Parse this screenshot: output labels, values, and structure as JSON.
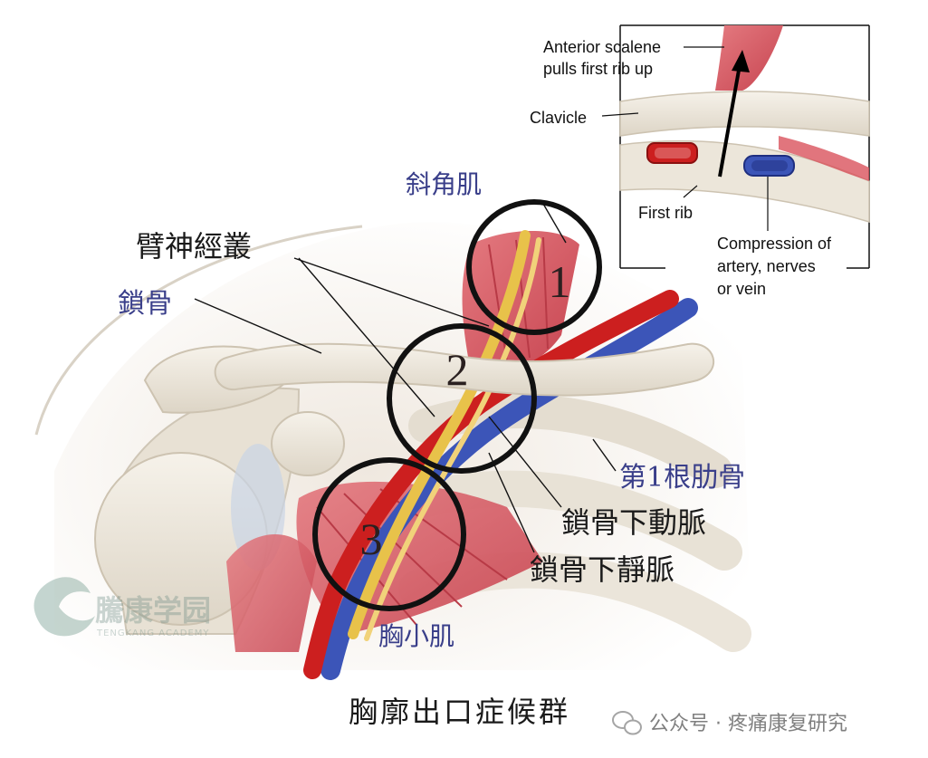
{
  "labels": {
    "scalene_muscle": "斜角肌",
    "brachial_plexus": "臂神經叢",
    "clavicle": "鎖骨",
    "first_rib": "第1根肋骨",
    "subclavian_artery": "鎖骨下動脈",
    "subclavian_vein": "鎖骨下靜脈",
    "pectoralis_minor": "胸小肌"
  },
  "rings": [
    "1",
    "2",
    "3"
  ],
  "caption": "胸廓出口症候群",
  "inset": {
    "anterior_scalene": "Anterior scalene",
    "pulls_first_rib": "pulls first rib up",
    "clavicle": "Clavicle",
    "first_rib": "First rib",
    "compression_line1": "Compression of",
    "compression_line2": "artery, nerves",
    "compression_line3": "or vein"
  },
  "watermark": {
    "logo_text": "騰康学园",
    "logo_subtext": "TENGKANG ACADEMY",
    "account_text": "公众号 · 疼痛康复研究",
    "wechat_icon": "wechat-icon"
  },
  "colors": {
    "muscle": "#d9525c",
    "artery": "#cc1f1f",
    "vein": "#3c55b8",
    "nerve": "#e8c24a",
    "bone": "#ece6da",
    "ring": "#111111"
  }
}
